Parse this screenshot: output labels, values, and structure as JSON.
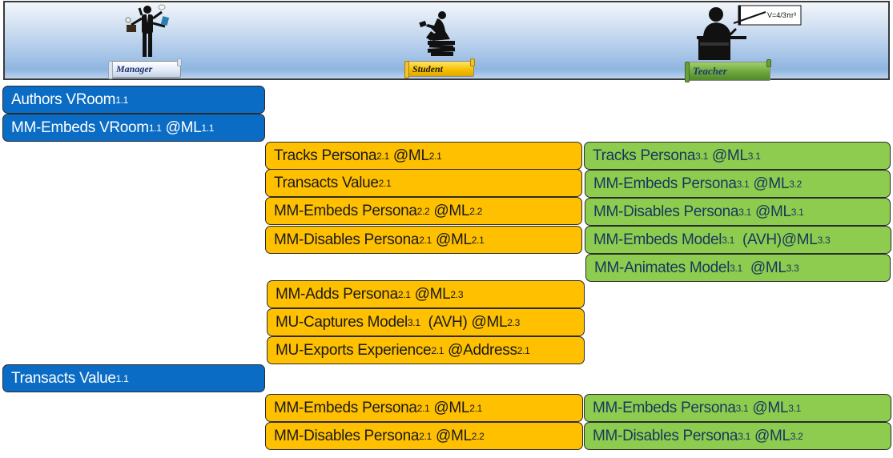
{
  "header": {
    "roles": [
      {
        "id": "manager",
        "label": "Manager",
        "icon": "manager-multitasking-icon"
      },
      {
        "id": "student",
        "label": "Student",
        "icon": "student-reading-on-books-icon"
      },
      {
        "id": "teacher",
        "label": "Teacher",
        "icon": "teacher-at-board-icon",
        "board_formula": "V=4/3πr³"
      }
    ]
  },
  "colors": {
    "manager": "#0a6cc4",
    "student": "#ffc000",
    "teacher": "#8dcc4e"
  },
  "manager_boxes": [
    {
      "text": "Authors VRoom",
      "sub": "1.1",
      "after": ""
    },
    {
      "text": "MM-Embeds VRoom",
      "sub": "1.1",
      "after": " @ML",
      "sub2": "1.1"
    },
    {
      "text": "Transacts Value",
      "sub": "1.1",
      "after": ""
    }
  ],
  "student_boxes": [
    {
      "text": "Tracks Persona",
      "sub": "2.1",
      "after": " @ML",
      "sub2": "2.1"
    },
    {
      "text": "Transacts Value",
      "sub": "2.1",
      "after": ""
    },
    {
      "text": "MM-Embeds Persona",
      "sub": "2.2",
      "after": " @ML",
      "sub2": "2.2"
    },
    {
      "text": "MM-Disables Persona",
      "sub": "2.1",
      "after": " @ML",
      "sub2": "2.1"
    },
    {
      "text": "MM-Adds Persona",
      "sub": "2.1",
      "after": " @ML",
      "sub2": "2.3"
    },
    {
      "text": "MU-Captures Model",
      "sub": "3.1",
      "after": "  (AVH) @ML",
      "sub2": "2.3"
    },
    {
      "text": "MU-Exports Experience",
      "sub": "2.1",
      "after": " @Address",
      "sub2": "2.1"
    },
    {
      "text": "MM-Embeds Persona",
      "sub": "2.1",
      "after": " @ML",
      "sub2": "2.1"
    },
    {
      "text": "MM-Disables Persona",
      "sub": "2.1",
      "after": " @ML",
      "sub2": "2.2"
    }
  ],
  "teacher_boxes": [
    {
      "text": "Tracks Persona",
      "sub": "3.1",
      "after": " @ML",
      "sub2": "3.1"
    },
    {
      "text": "MM-Embeds Persona",
      "sub": "3.1",
      "after": " @ML",
      "sub2": "3.2"
    },
    {
      "text": "MM-Disables Persona",
      "sub": "3.1",
      "after": " @ML",
      "sub2": "3.1"
    },
    {
      "text": "MM-Embeds Model",
      "sub": "3.1",
      "after": "  (AVH)@ML",
      "sub2": "3.3"
    },
    {
      "text": "MM-Animates Model",
      "sub": "3.1",
      "after": "  @ML",
      "sub2": "3.3"
    },
    {
      "text": "MM-Embeds Persona",
      "sub": "3.1",
      "after": " @ML",
      "sub2": "3.1"
    },
    {
      "text": "MM-Disables Persona",
      "sub": "3.1",
      "after": " @ML",
      "sub2": "3.2"
    }
  ]
}
